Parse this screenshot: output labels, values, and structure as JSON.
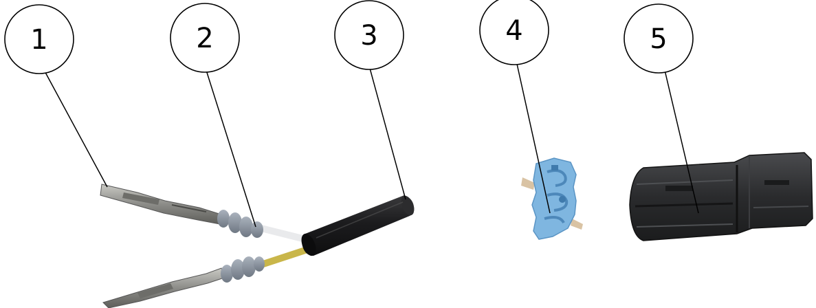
{
  "callouts": [
    {
      "label": "1",
      "part": "terminal-pin"
    },
    {
      "label": "2",
      "part": "wire-seal"
    },
    {
      "label": "3",
      "part": "heat-shrink-sleeve"
    },
    {
      "label": "4",
      "part": "terminal-position-lock"
    },
    {
      "label": "5",
      "part": "connector-housing"
    }
  ],
  "colors": {
    "outline": "#000000",
    "sleeve": "#1c1c1e",
    "seal": "#8a93a0",
    "lock": "#7fb6e0",
    "housing": "#2a2b2d",
    "metal": "#8c8c88",
    "wire_white": "#e9eaec",
    "wire_yellow": "#c9b64a"
  }
}
